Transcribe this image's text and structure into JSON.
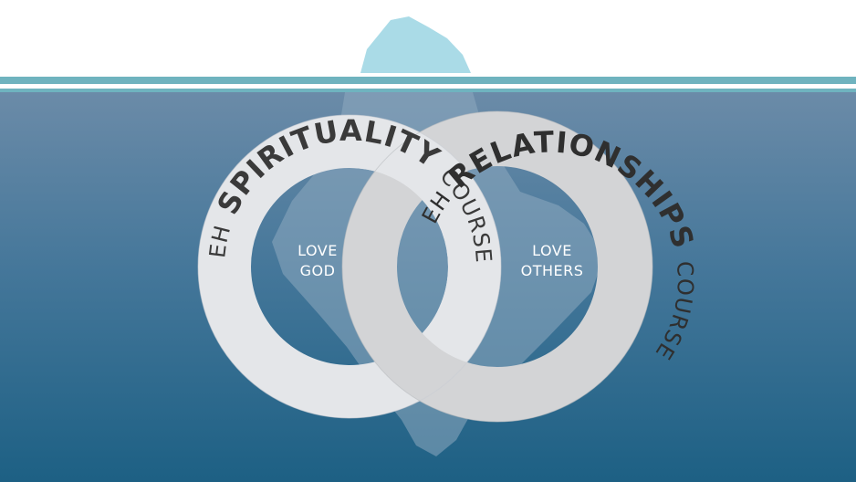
{
  "left_ring": {
    "prefix": "EH",
    "name": "SPIRITUALITY",
    "suffix": "COURSE",
    "center_line1": "LOVE",
    "center_line2": "GOD"
  },
  "right_ring": {
    "prefix": "EH",
    "name": "RELATIONSHIPS",
    "suffix": "COURSE",
    "center_line1": "LOVE",
    "center_line2": "OTHERS"
  },
  "colors": {
    "iceberg_tip": "#aadbe7",
    "waterline": "#6fb3bf",
    "water_top": "#6e8eaa",
    "water_bottom": "#1f6285",
    "ring_left": "#e4e6e9",
    "ring_right": "#d3d4d6",
    "ring_text": "#3a3a3a"
  }
}
